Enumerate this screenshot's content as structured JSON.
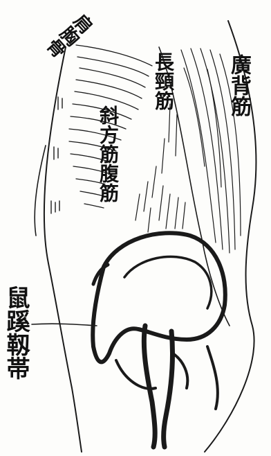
{
  "labels": {
    "diagonal_top": "肩胸骨",
    "upper_middle": "長頸筋",
    "left_middle": "斜方筋腹筋",
    "right": "廣背筋",
    "lower_left": "鼠蹊靱帯"
  }
}
